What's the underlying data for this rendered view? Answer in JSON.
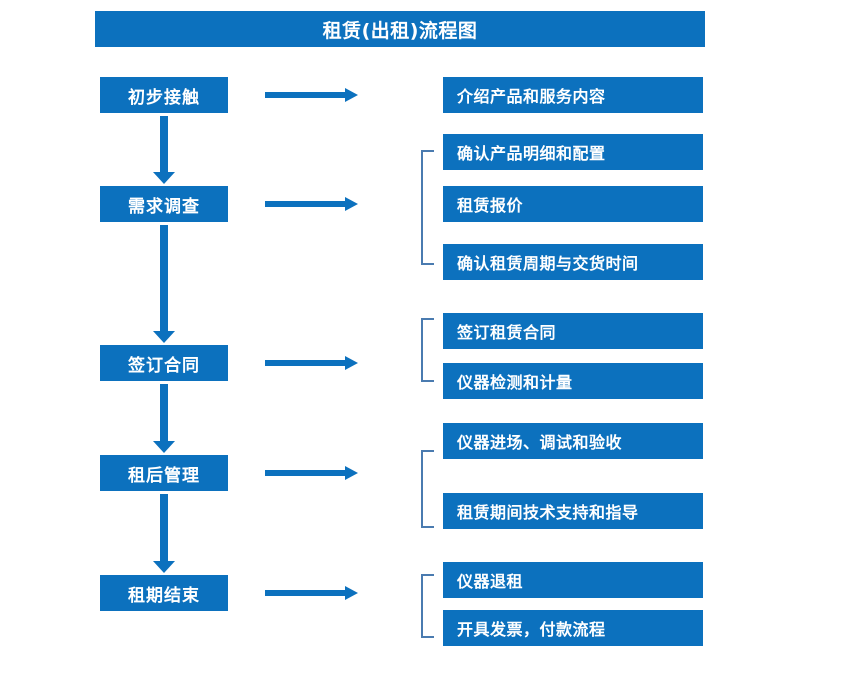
{
  "title": "租赁(出租)流程图",
  "colors": {
    "box_blue": "#0C71BE",
    "arrow_blue": "#0C71BE",
    "bracket_blue": "#4A7BB0",
    "text_white": "#FFFFFF",
    "background": "#FFFFFF"
  },
  "stages": [
    {
      "label": "初步接触"
    },
    {
      "label": "需求调查"
    },
    {
      "label": "签订合同"
    },
    {
      "label": "租后管理"
    },
    {
      "label": "租期结束"
    }
  ],
  "groups": [
    {
      "stage": "初步接触",
      "bracketed": false,
      "details": [
        {
          "label": "介绍产品和服务内容"
        }
      ]
    },
    {
      "stage": "需求调查",
      "bracketed": true,
      "details": [
        {
          "label": "确认产品明细和配置"
        },
        {
          "label": "租赁报价"
        },
        {
          "label": "确认租赁周期与交货时间"
        }
      ]
    },
    {
      "stage": "签订合同",
      "bracketed": true,
      "details": [
        {
          "label": "签订租赁合同"
        },
        {
          "label": "仪器检测和计量"
        }
      ]
    },
    {
      "stage": "租后管理",
      "bracketed": true,
      "details": [
        {
          "label": "仪器进场、调试和验收"
        },
        {
          "label": "租赁期间技术支持和指导"
        }
      ]
    },
    {
      "stage": "租期结束",
      "bracketed": true,
      "details": [
        {
          "label": "仪器退租"
        },
        {
          "label": "开具发票，付款流程"
        }
      ]
    }
  ]
}
